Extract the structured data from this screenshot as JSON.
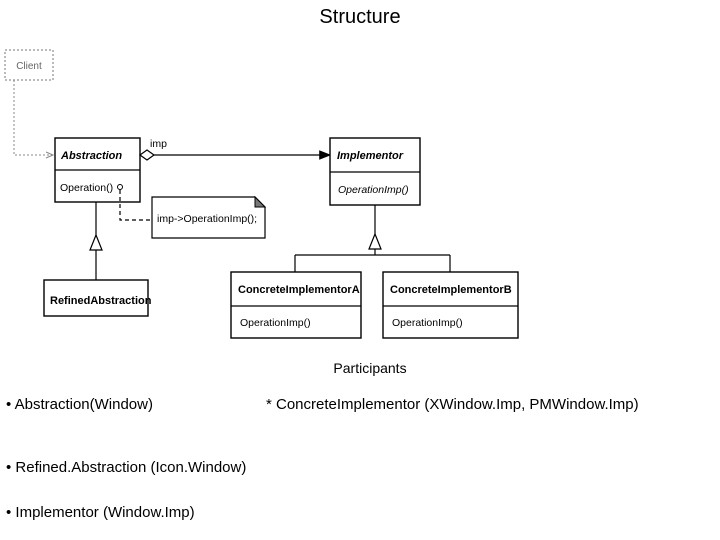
{
  "title": "Structure",
  "diagram": {
    "client": "Client",
    "abstraction": {
      "name": "Abstraction",
      "operation": "Operation()"
    },
    "refined": {
      "name": "RefinedAbstraction"
    },
    "implementor": {
      "name": "Implementor",
      "operation": "OperationImp()"
    },
    "concrete_a": {
      "name": "ConcreteImplementorA",
      "operation": "OperationImp()"
    },
    "concrete_b": {
      "name": "ConcreteImplementorB",
      "operation": "OperationImp()"
    },
    "association_label": "imp",
    "note": "imp->OperationImp();"
  },
  "participants_heading": "Participants",
  "participants": [
    "• Abstraction(Window)",
    "* ConcreteImplementor (XWindow.Imp, PMWindow.Imp)",
    "• Refined.Abstraction (Icon.Window)",
    "• Implementor (Window.Imp)"
  ]
}
